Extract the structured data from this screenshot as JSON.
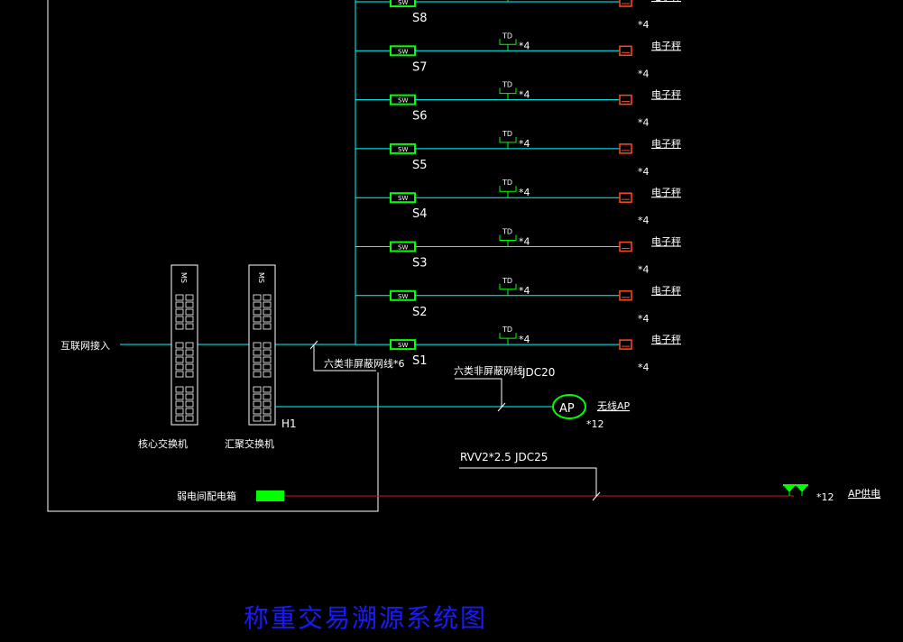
{
  "labels": {
    "internet_access": "互联网接入",
    "core_switch": "核心交换机",
    "aggregation_switch": "汇聚交换机",
    "weak_box": "弱电间配电箱",
    "h1": "H1",
    "cable_cat6_a": "六类非屏蔽网线*6",
    "cable_cat6_b": "六类非屏蔽网线",
    "jdc20": "JDC20",
    "ap": "AP",
    "wireless_ap": "无线AP",
    "ap_count": "*12",
    "rvv": "RVV2*2.5",
    "jdc25": "JDC25",
    "ap_power_count": "*12",
    "ap_power": "AP供电",
    "ms": "MS",
    "title": "称重交易溯源系统图"
  },
  "branch": {
    "sw_label": "SW",
    "td_label": "TD",
    "td_count": "*4",
    "scale_label": "电子秤",
    "scale_count": "*4"
  },
  "rows": [
    {
      "id": "S8"
    },
    {
      "id": "S7"
    },
    {
      "id": "S6"
    },
    {
      "id": "S5"
    },
    {
      "id": "S4"
    },
    {
      "id": "S3"
    },
    {
      "id": "S2"
    },
    {
      "id": "S1"
    }
  ],
  "colors": {
    "background": "#000000",
    "cable": "#00ffff",
    "switch": "#00ff00",
    "scale": "#ff4a1a",
    "power_line": "#cc1a1a",
    "title": "#1a1aff"
  }
}
